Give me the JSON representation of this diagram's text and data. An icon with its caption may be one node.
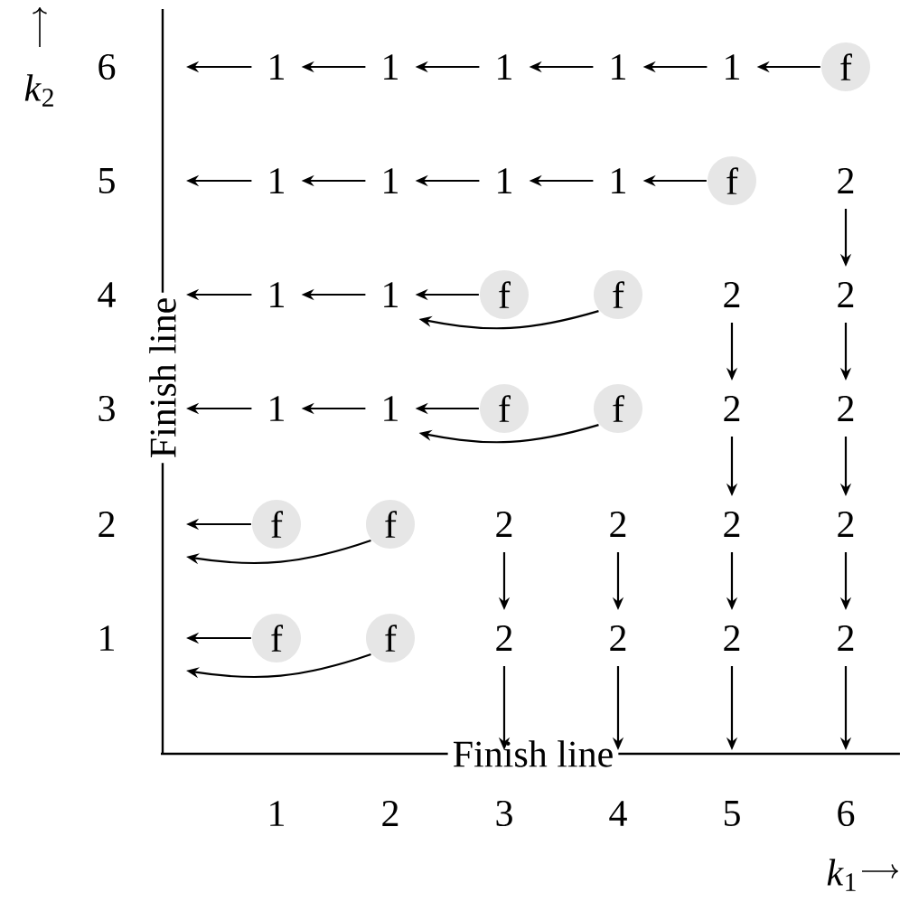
{
  "diagram": {
    "nodes": [
      {
        "text": [
          "1"
        ]
      },
      {
        "text": [
          "1"
        ]
      },
      {
        "text": [
          "1"
        ]
      },
      {
        "text": [
          "1"
        ]
      },
      {
        "text": [
          "1"
        ]
      },
      {
        "text": [
          "f"
        ]
      },
      {
        "text": [
          "1"
        ]
      },
      {
        "text": [
          "1"
        ]
      },
      {
        "text": [
          "1"
        ]
      },
      {
        "text": [
          "1"
        ]
      },
      {
        "text": [
          "f"
        ]
      },
      {
        "text": [
          "2"
        ]
      },
      {
        "text": [
          "1"
        ]
      },
      {
        "text": [
          "1"
        ]
      },
      {
        "text": [
          "f"
        ]
      },
      {
        "text": [
          "f"
        ]
      },
      {
        "text": [
          "2"
        ]
      },
      {
        "text": [
          "2"
        ]
      },
      {
        "text": [
          "1"
        ]
      },
      {
        "text": [
          "1"
        ]
      },
      {
        "text": [
          "f"
        ]
      },
      {
        "text": [
          "f"
        ]
      },
      {
        "text": [
          "2"
        ]
      },
      {
        "text": [
          "2"
        ]
      },
      {
        "text": [
          "f"
        ]
      },
      {
        "text": [
          "f"
        ]
      },
      {
        "text": [
          "2"
        ]
      },
      {
        "text": [
          "2"
        ]
      },
      {
        "text": [
          "2"
        ]
      },
      {
        "text": [
          "2"
        ]
      },
      {
        "text": [
          "f"
        ]
      },
      {
        "text": [
          "f"
        ]
      },
      {
        "text": [
          "2"
        ]
      },
      {
        "text": [
          "2"
        ]
      },
      {
        "text": [
          "2"
        ]
      },
      {
        "text": [
          "2"
        ]
      },
      {
        "text": [
          "Finish line"
        ]
      },
      {
        "text": [
          "Finish line"
        ]
      }
    ],
    "edges": [
      {
        "from": 5,
        "to": 4,
        "arrow": "to"
      },
      {
        "from": 4,
        "to": 3,
        "arrow": "to"
      },
      {
        "from": 3,
        "to": 2,
        "arrow": "to"
      },
      {
        "from": 2,
        "to": 1,
        "arrow": "to"
      },
      {
        "from": 1,
        "to": 0,
        "arrow": "to"
      },
      {
        "from": 0,
        "to": 36,
        "arrow": "to"
      },
      {
        "from": 10,
        "to": 9,
        "arrow": "to"
      },
      {
        "from": 9,
        "to": 8,
        "arrow": "to"
      },
      {
        "from": 8,
        "to": 7,
        "arrow": "to"
      },
      {
        "from": 7,
        "to": 6,
        "arrow": "to"
      },
      {
        "from": 6,
        "to": 36,
        "arrow": "to"
      },
      {
        "from": 14,
        "to": 13,
        "arrow": "to"
      },
      {
        "from": 13,
        "to": 12,
        "arrow": "to"
      },
      {
        "from": 12,
        "to": 36,
        "arrow": "to"
      },
      {
        "from": 15,
        "to": 13,
        "arrow": "to"
      },
      {
        "from": 20,
        "to": 19,
        "arrow": "to"
      },
      {
        "from": 19,
        "to": 18,
        "arrow": "to"
      },
      {
        "from": 18,
        "to": 36,
        "arrow": "to"
      },
      {
        "from": 21,
        "to": 19,
        "arrow": "to"
      },
      {
        "from": 24,
        "to": 36,
        "arrow": "to"
      },
      {
        "from": 25,
        "to": 36,
        "arrow": "to"
      },
      {
        "from": 30,
        "to": 36,
        "arrow": "to"
      },
      {
        "from": 31,
        "to": 36,
        "arrow": "to"
      },
      {
        "from": 11,
        "to": 17,
        "arrow": "to"
      },
      {
        "from": 17,
        "to": 23,
        "arrow": "to"
      },
      {
        "from": 23,
        "to": 29,
        "arrow": "to"
      },
      {
        "from": 29,
        "to": 35,
        "arrow": "to"
      },
      {
        "from": 35,
        "to": 37,
        "arrow": "to"
      },
      {
        "from": 16,
        "to": 22,
        "arrow": "to"
      },
      {
        "from": 22,
        "to": 28,
        "arrow": "to"
      },
      {
        "from": 28,
        "to": 34,
        "arrow": "to"
      },
      {
        "from": 34,
        "to": 37,
        "arrow": "to"
      },
      {
        "from": 26,
        "to": 32,
        "arrow": "to"
      },
      {
        "from": 32,
        "to": 37,
        "arrow": "to"
      },
      {
        "from": 27,
        "to": 33,
        "arrow": "to"
      },
      {
        "from": 33,
        "to": 37,
        "arrow": "to"
      }
    ],
    "labels": [
      "*k*$_{2}$",
      "6",
      "5",
      "4",
      "3",
      "2",
      "1",
      "1",
      "2",
      "3",
      "4",
      "5",
      "6",
      "*k*$_{1}$"
    ]
  }
}
